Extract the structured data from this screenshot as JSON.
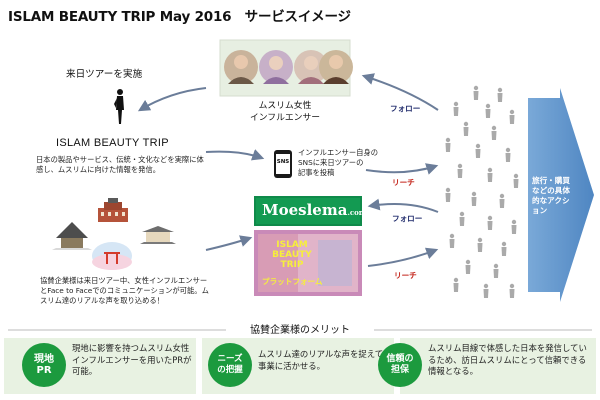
{
  "title": "ISLAM BEAUTY TRIP May 2016　サービスイメージ",
  "japan_tour_label": "来日ツアーを実施",
  "ibt_label": "ISLAM BEAUTY TRIP",
  "ibt_desc": "日本の製品やサービス、伝統・文化などを実際に体感し、ムスリムに向けた情報を発信。",
  "influencer_label_line1": "ムスリム女性",
  "influencer_label_line2": "インフルエンサー",
  "sns_icon_text": "SNS",
  "sns_desc_line1": "インフルエンサー自身の",
  "sns_desc_line2": "SNSに来日ツアーの",
  "sns_desc_line3": "記事を投稿",
  "follow_label": "フォロー",
  "reach_label": "リーチ",
  "moeslema_logo": "Moeslema",
  "moeslema_logo_suffix": ".com",
  "platform_line1": "ISLAM",
  "platform_line2": "BEAUTY",
  "platform_line3": "TRIP",
  "platform_line4": "プラットフォーム",
  "sponsor_desc": "協賛企業様は来日ツアー中、女性インフルエンサーとFace to Faceでのコミュニケーションが可能。ムスリム達のリアルな声を取り込める！",
  "action_text": "旅行・購買などの具体的なアクション",
  "merits_header": "協賛企業様のメリット",
  "merits": [
    {
      "badge_line1": "現地",
      "badge_line2": "PR",
      "text": "現地に影響を持つムスリム女性インフルエンサーを用いたPRが可能。"
    },
    {
      "badge_line1": "ニーズ",
      "badge_line2": "の把握",
      "text": "ムスリム達のリアルな声を捉えて事業に活かせる。"
    },
    {
      "badge_line1": "信頼の",
      "badge_line2": "担保",
      "text": "ムスリム目線で体感した日本を発信しているため、訪日ムスリムにとって信頼できる情報となる。"
    }
  ],
  "colors": {
    "green": "#1c9a3e",
    "merit_bg": "#e8f2e2",
    "arrow_blue": "#5f95cc",
    "follow_navy": "#1f2a6b",
    "reach_red": "#c4271d",
    "curve_arrow": "#6b7d99",
    "crowd_gray": "#a9a9a9"
  }
}
